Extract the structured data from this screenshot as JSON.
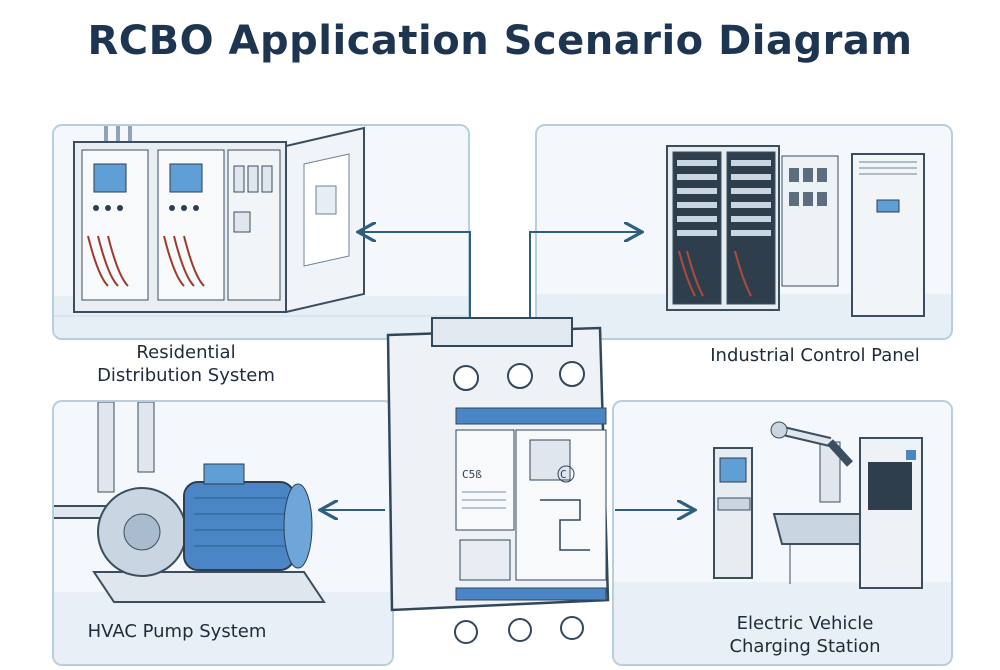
{
  "diagram": {
    "title": "RCBO Application Scenario Diagram",
    "device": {
      "model_label": "C5ß",
      "side_mark": "C"
    },
    "scenarios": [
      {
        "label": "Residential\nDistribution System",
        "icon": "electrical-cabinet-icon"
      },
      {
        "label": "Industrial Control Panel",
        "icon": "control-panel-icon"
      },
      {
        "label": "HVAC Pump System",
        "icon": "pump-motor-icon"
      },
      {
        "label": "Electric Vehicle\nCharging Station",
        "icon": "robot-arm-conveyor-icon"
      }
    ],
    "colors": {
      "title": "#1e3552",
      "panel_border": "#b9cedd",
      "accent_blue": "#4a86c5",
      "arrow": "#2f5f7f"
    }
  }
}
